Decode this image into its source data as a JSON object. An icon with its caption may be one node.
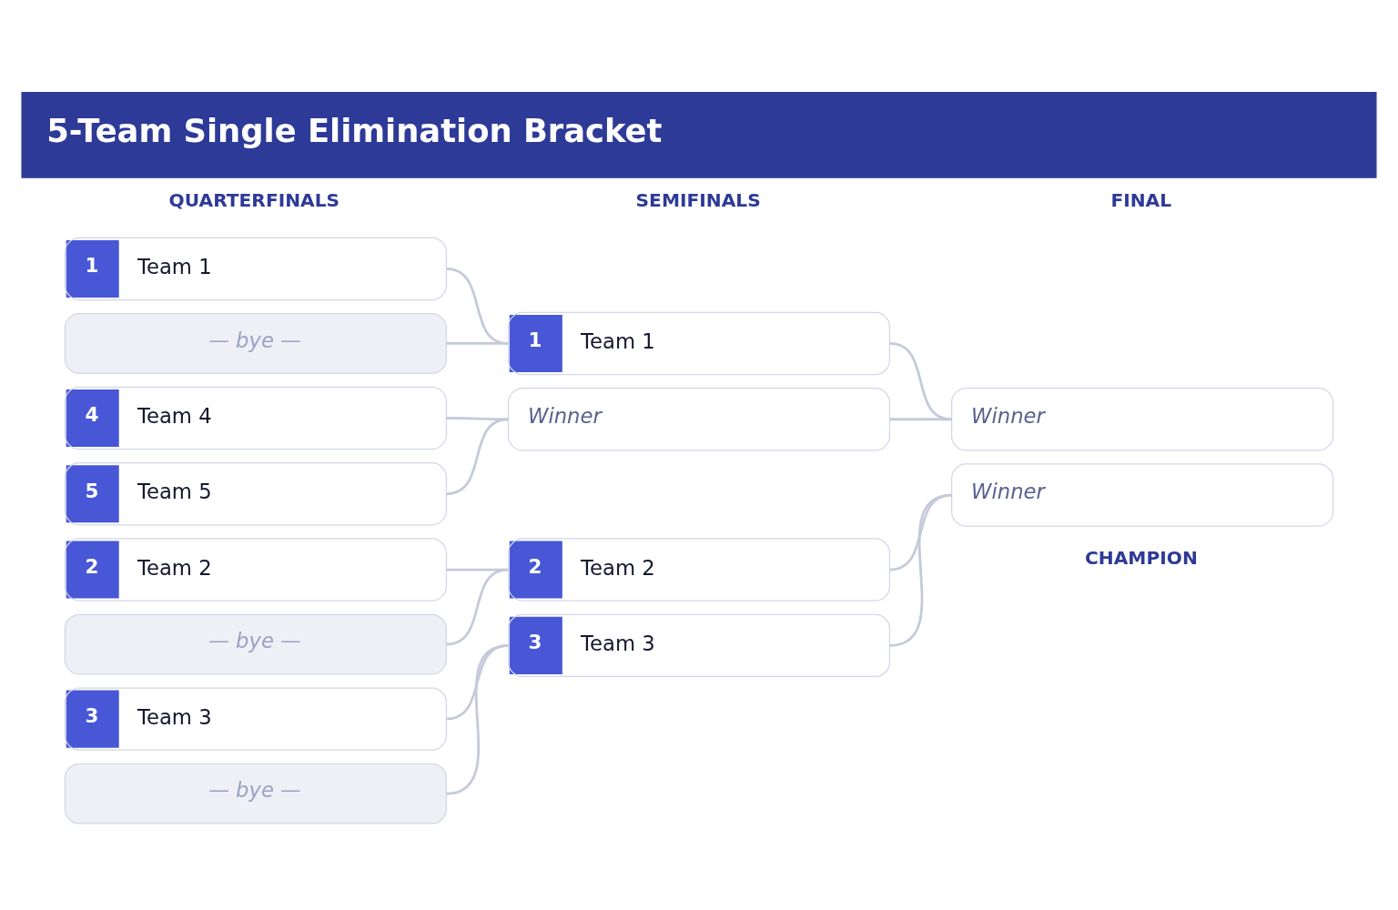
{
  "diagram": {
    "title": "5-Team Single Elimination Bracket",
    "nodes": [
      {
        "text": [
          "1",
          "Team 1"
        ]
      },
      {
        "text": [
          "— bye —"
        ]
      },
      {
        "text": [
          "4",
          "Team 4"
        ]
      },
      {
        "text": [
          "5",
          "Team 5"
        ]
      },
      {
        "text": [
          "2",
          "Team 2"
        ]
      },
      {
        "text": [
          "— bye —"
        ]
      },
      {
        "text": [
          "3",
          "Team 3"
        ]
      },
      {
        "text": [
          "— bye —"
        ]
      },
      {
        "text": [
          "1",
          "Team 1"
        ]
      },
      {
        "text": [
          "Winner"
        ]
      },
      {
        "text": [
          "2",
          "Team 2"
        ]
      },
      {
        "text": [
          "3",
          "Team 3"
        ]
      },
      {
        "text": [
          "Winner"
        ]
      },
      {
        "text": [
          "Winner"
        ]
      }
    ],
    "edges": [
      {
        "from": 0,
        "to": 8,
        "arrow": "none"
      },
      {
        "from": 1,
        "to": 8,
        "arrow": "none"
      },
      {
        "from": 2,
        "to": 9,
        "arrow": "none"
      },
      {
        "from": 3,
        "to": 9,
        "arrow": "none"
      },
      {
        "from": 4,
        "to": 10,
        "arrow": "none"
      },
      {
        "from": 5,
        "to": 10,
        "arrow": "none"
      },
      {
        "from": 6,
        "to": 11,
        "arrow": "none"
      },
      {
        "from": 7,
        "to": 11,
        "arrow": "none"
      },
      {
        "from": 8,
        "to": 12,
        "arrow": "none"
      },
      {
        "from": 9,
        "to": 12,
        "arrow": "none"
      },
      {
        "from": 10,
        "to": 13,
        "arrow": "none"
      },
      {
        "from": 11,
        "to": 13,
        "arrow": "none"
      }
    ],
    "labels": [
      "QUARTERFINALS",
      "SEMIFINALS",
      "FINAL",
      "CHAMPION"
    ]
  }
}
